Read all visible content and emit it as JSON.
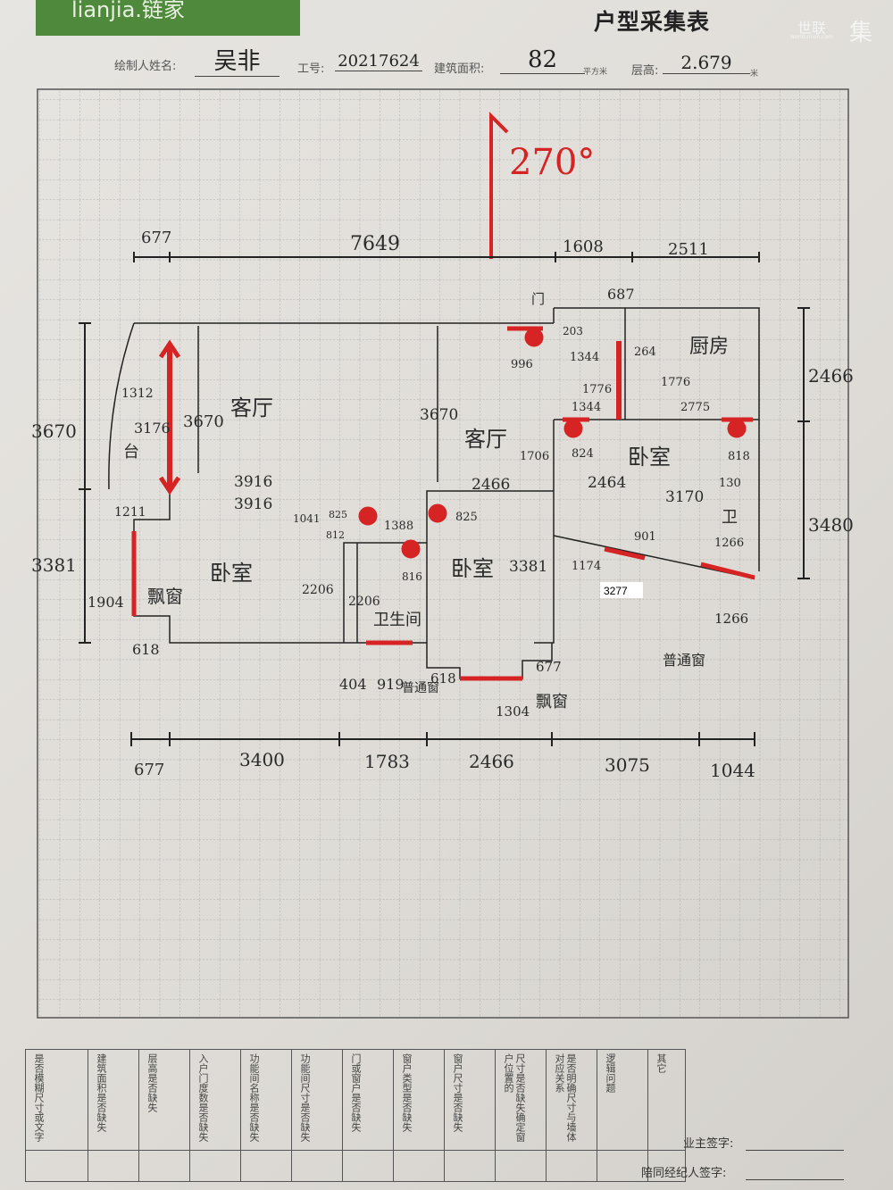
{
  "header": {
    "logo_text": "lianjia.链家",
    "title": "户型采集表",
    "watermark": {
      "name": "世联",
      "char": "集",
      "site": "worldunion.com"
    },
    "fields": [
      {
        "label": "绘制人姓名:",
        "value": "吴非"
      },
      {
        "label": "工号:",
        "value": "20217624"
      },
      {
        "label": "建筑面积:",
        "value": "82",
        "unit": "平方米"
      },
      {
        "label": "层高:",
        "value": "2.679",
        "unit": "米"
      }
    ]
  },
  "plan": {
    "orientation": "270°",
    "top_dims": [
      "677",
      "7649",
      "1608",
      "2511",
      "687"
    ],
    "bottom_dims": [
      "677",
      "3400",
      "1783",
      "2466",
      "3075",
      "1044"
    ],
    "left_dims": [
      "3670",
      "3381",
      "1904",
      "618",
      "1211",
      "3176",
      "3670",
      "1312"
    ],
    "right_dims": [
      "2466",
      "3480"
    ],
    "rooms": [
      "客厅",
      "客厅",
      "卧室",
      "飘窗",
      "卫生间",
      "卧室",
      "卧室",
      "厨房",
      "台",
      "普通窗",
      "普通窗",
      "飘窗",
      "卫"
    ],
    "dims": [
      "3916",
      "3916",
      "3670",
      "2466",
      "1041",
      "825",
      "1388",
      "825",
      "812",
      "816",
      "2206",
      "2206",
      "3381",
      "1706",
      "824",
      "2464",
      "3170",
      "1344",
      "1776",
      "1776",
      "1344",
      "2775",
      "264",
      "203",
      "996",
      "门",
      "818",
      "1266",
      "901",
      "1174",
      "1266",
      "1304",
      "677",
      "404",
      "919",
      "618",
      "130"
    ],
    "printed_label": "3277"
  },
  "checklist": {
    "columns": [
      "是否模糊尺寸或文字",
      "建筑面积是否缺失",
      "层高是否缺失",
      "入户门度数是否缺失",
      "功能间名称是否缺失",
      "功能间尺寸是否缺失",
      "门或窗户是否缺失",
      "窗户类型是否缺失",
      "窗户尺寸是否缺失",
      "尺寸是否缺失确定窗户位置的",
      "是否明确尺寸与墙体对应关系",
      "逻辑问题",
      "其它"
    ]
  },
  "signatures": {
    "owner": "业主签字:",
    "agent": "陪同经纪人签字:"
  }
}
